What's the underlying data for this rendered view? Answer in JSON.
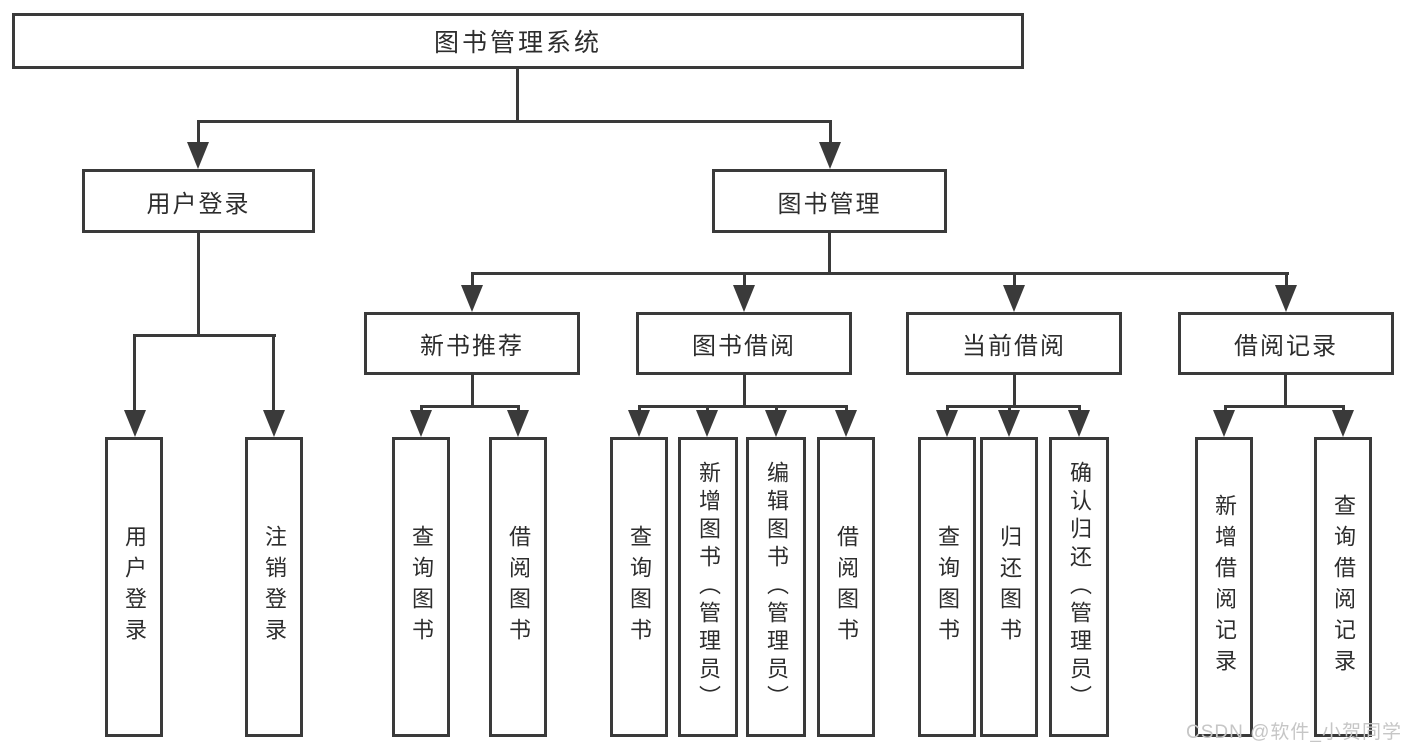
{
  "diagram": {
    "type": "hierarchy-flowchart",
    "tree": {
      "label": "图书管理系统",
      "children": [
        {
          "label": "用户登录",
          "children": [
            {
              "label": "用户登录"
            },
            {
              "label": "注销登录"
            }
          ]
        },
        {
          "label": "图书管理",
          "children": [
            {
              "label": "新书推荐",
              "children": [
                {
                  "label": "查询图书"
                },
                {
                  "label": "借阅图书"
                }
              ]
            },
            {
              "label": "图书借阅",
              "children": [
                {
                  "label": "查询图书"
                },
                {
                  "label": "新增图书（管理员）"
                },
                {
                  "label": "编辑图书（管理员）"
                },
                {
                  "label": "借阅图书"
                }
              ]
            },
            {
              "label": "当前借阅",
              "children": [
                {
                  "label": "查询图书"
                },
                {
                  "label": "归还图书"
                },
                {
                  "label": "确认归还（管理员）"
                }
              ]
            },
            {
              "label": "借阅记录",
              "children": [
                {
                  "label": "新增借阅记录"
                },
                {
                  "label": "查询借阅记录"
                }
              ]
            }
          ]
        }
      ]
    },
    "colors": {
      "line": "#3a3a3a",
      "box_background": "#ffffff",
      "text": "#2d2d2d",
      "watermark": "#c6c6c6"
    }
  },
  "watermark": {
    "text": "CSDN @软件_小贺同学"
  }
}
